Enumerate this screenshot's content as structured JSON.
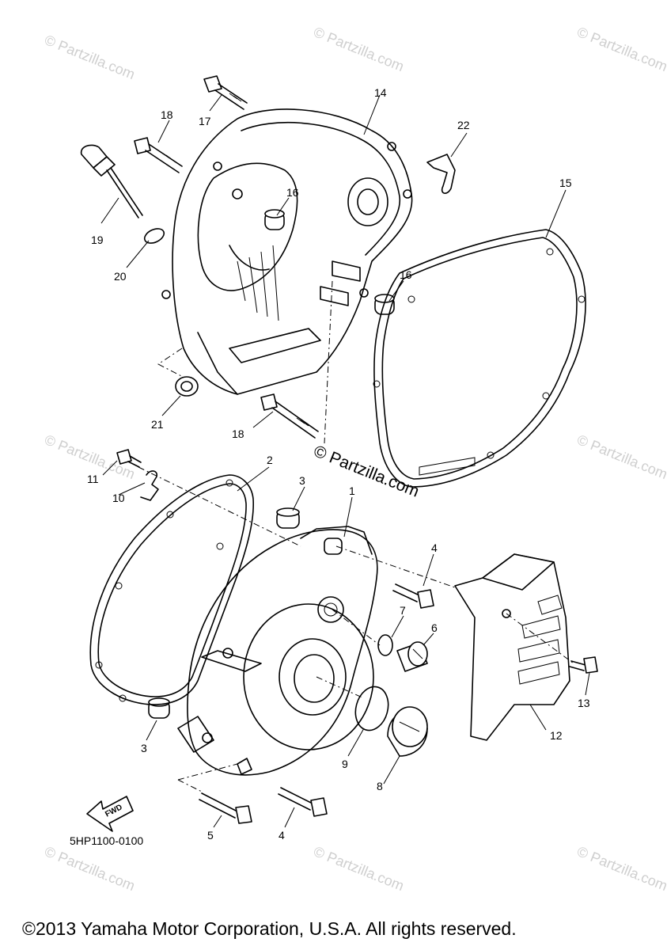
{
  "watermark": {
    "text": "© Partzilla.com",
    "center_text": "© Partzilla.com"
  },
  "callouts": {
    "n1": "1",
    "n2": "2",
    "n3a": "3",
    "n3b": "3",
    "n4a": "4",
    "n4b": "4",
    "n5": "5",
    "n6": "6",
    "n7": "7",
    "n8": "8",
    "n9": "9",
    "n10": "10",
    "n11": "11",
    "n12": "12",
    "n13": "13",
    "n14": "14",
    "n15": "15",
    "n16a": "16",
    "n16b": "16",
    "n17": "17",
    "n18a": "18",
    "n18b": "18",
    "n19": "19",
    "n20": "20",
    "n21": "21",
    "n22": "22"
  },
  "fwd_label": "FWD",
  "diagram_code": "5HP1100-0100",
  "copyright": "©2013 Yamaha Motor Corporation, U.S.A. All rights reserved.",
  "icons": {
    "fwd_arrow": "fwd-arrow-icon"
  }
}
